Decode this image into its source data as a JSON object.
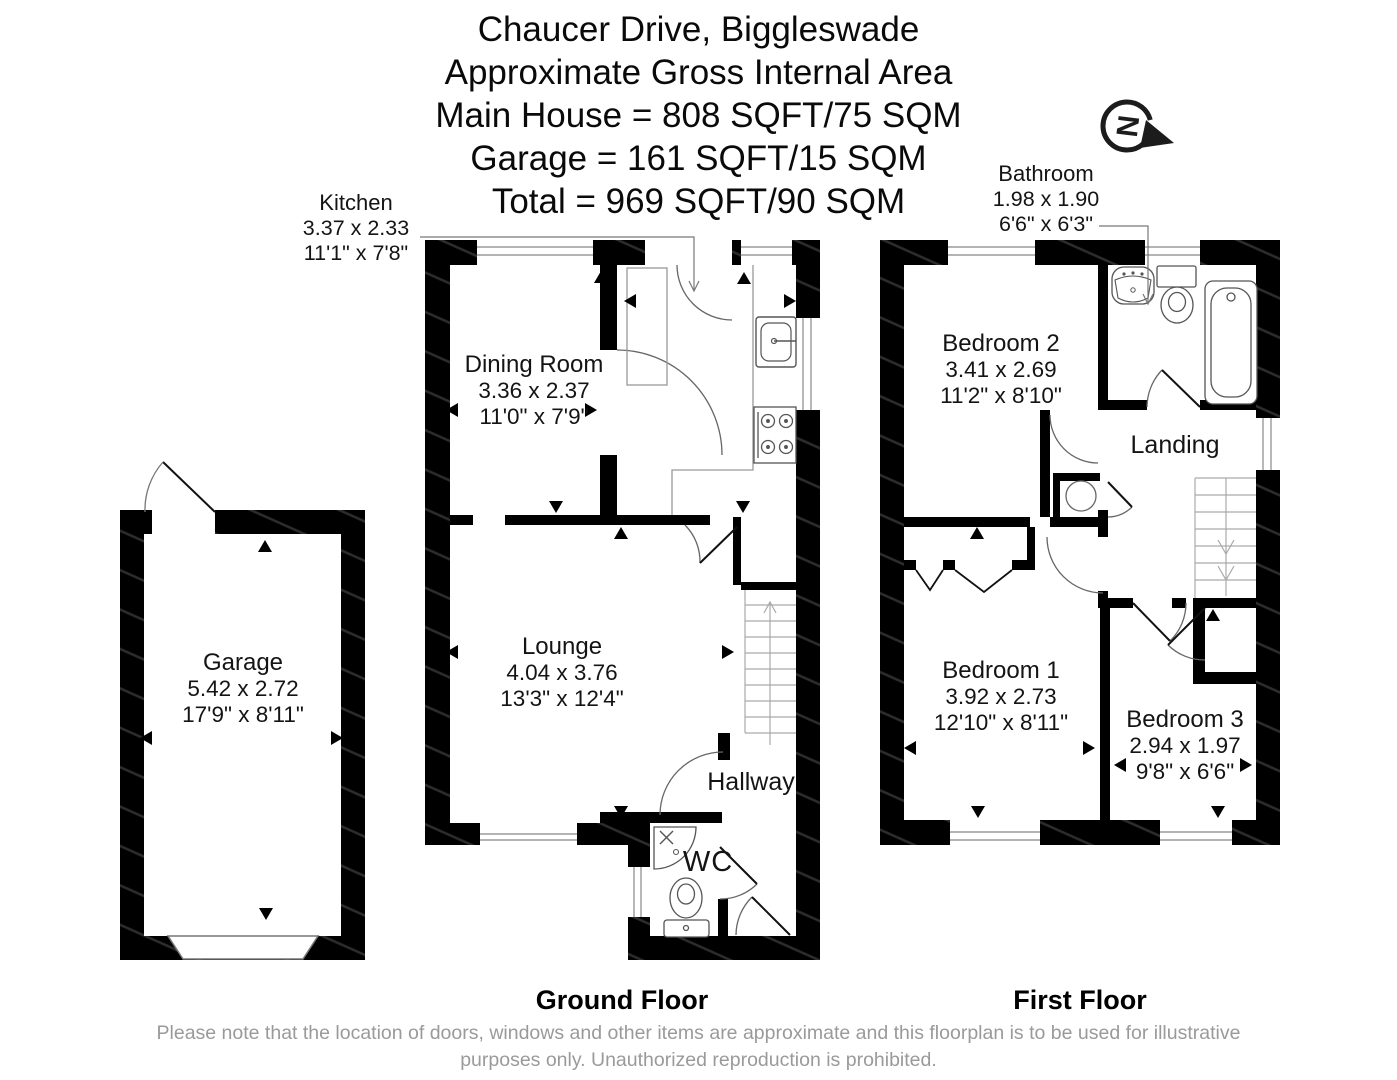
{
  "title": {
    "lines": [
      "Chaucer Drive, Biggleswade",
      "Approximate Gross Internal Area",
      "Main House = 808 SQFT/75 SQM",
      "Garage = 161 SQFT/15 SQM",
      "Total = 969 SQFT/90 SQM"
    ]
  },
  "compass": {
    "label": "N"
  },
  "rooms": {
    "kitchen": {
      "name": "Kitchen",
      "metric": "3.37 x 2.33",
      "imperial": "11'1\" x 7'8\""
    },
    "dining_room": {
      "name": "Dining Room",
      "metric": "3.36 x 2.37",
      "imperial": "11'0\" x 7'9\""
    },
    "lounge": {
      "name": "Lounge",
      "metric": "4.04 x 3.76",
      "imperial": "13'3\" x 12'4\""
    },
    "hallway": {
      "name": "Hallway"
    },
    "wc": {
      "name": "WC"
    },
    "garage": {
      "name": "Garage",
      "metric": "5.42 x 2.72",
      "imperial": "17'9\" x 8'11\""
    },
    "bathroom": {
      "name": "Bathroom",
      "metric": "1.98 x 1.90",
      "imperial": "6'6\" x 6'3\""
    },
    "bedroom2": {
      "name": "Bedroom 2",
      "metric": "3.41 x 2.69",
      "imperial": "11'2\" x 8'10\""
    },
    "landing": {
      "name": "Landing"
    },
    "bedroom1": {
      "name": "Bedroom 1",
      "metric": "3.92 x 2.73",
      "imperial": "12'10\" x 8'11\""
    },
    "bedroom3": {
      "name": "Bedroom 3",
      "metric": "2.94 x 1.97",
      "imperial": "9'8\" x 6'6\""
    }
  },
  "captions": {
    "ground": "Ground Floor",
    "first": "First Floor"
  },
  "disclaimer": {
    "line1": "Please note that the location of doors, windows and other items are approximate and this floorplan is to be used for illustrative",
    "line2": "purposes only. Unauthorized reproduction is prohibited."
  },
  "colors": {
    "wall": "#000000",
    "fixture_line": "#555555",
    "disclaimer_text": "#9a9a9a"
  }
}
